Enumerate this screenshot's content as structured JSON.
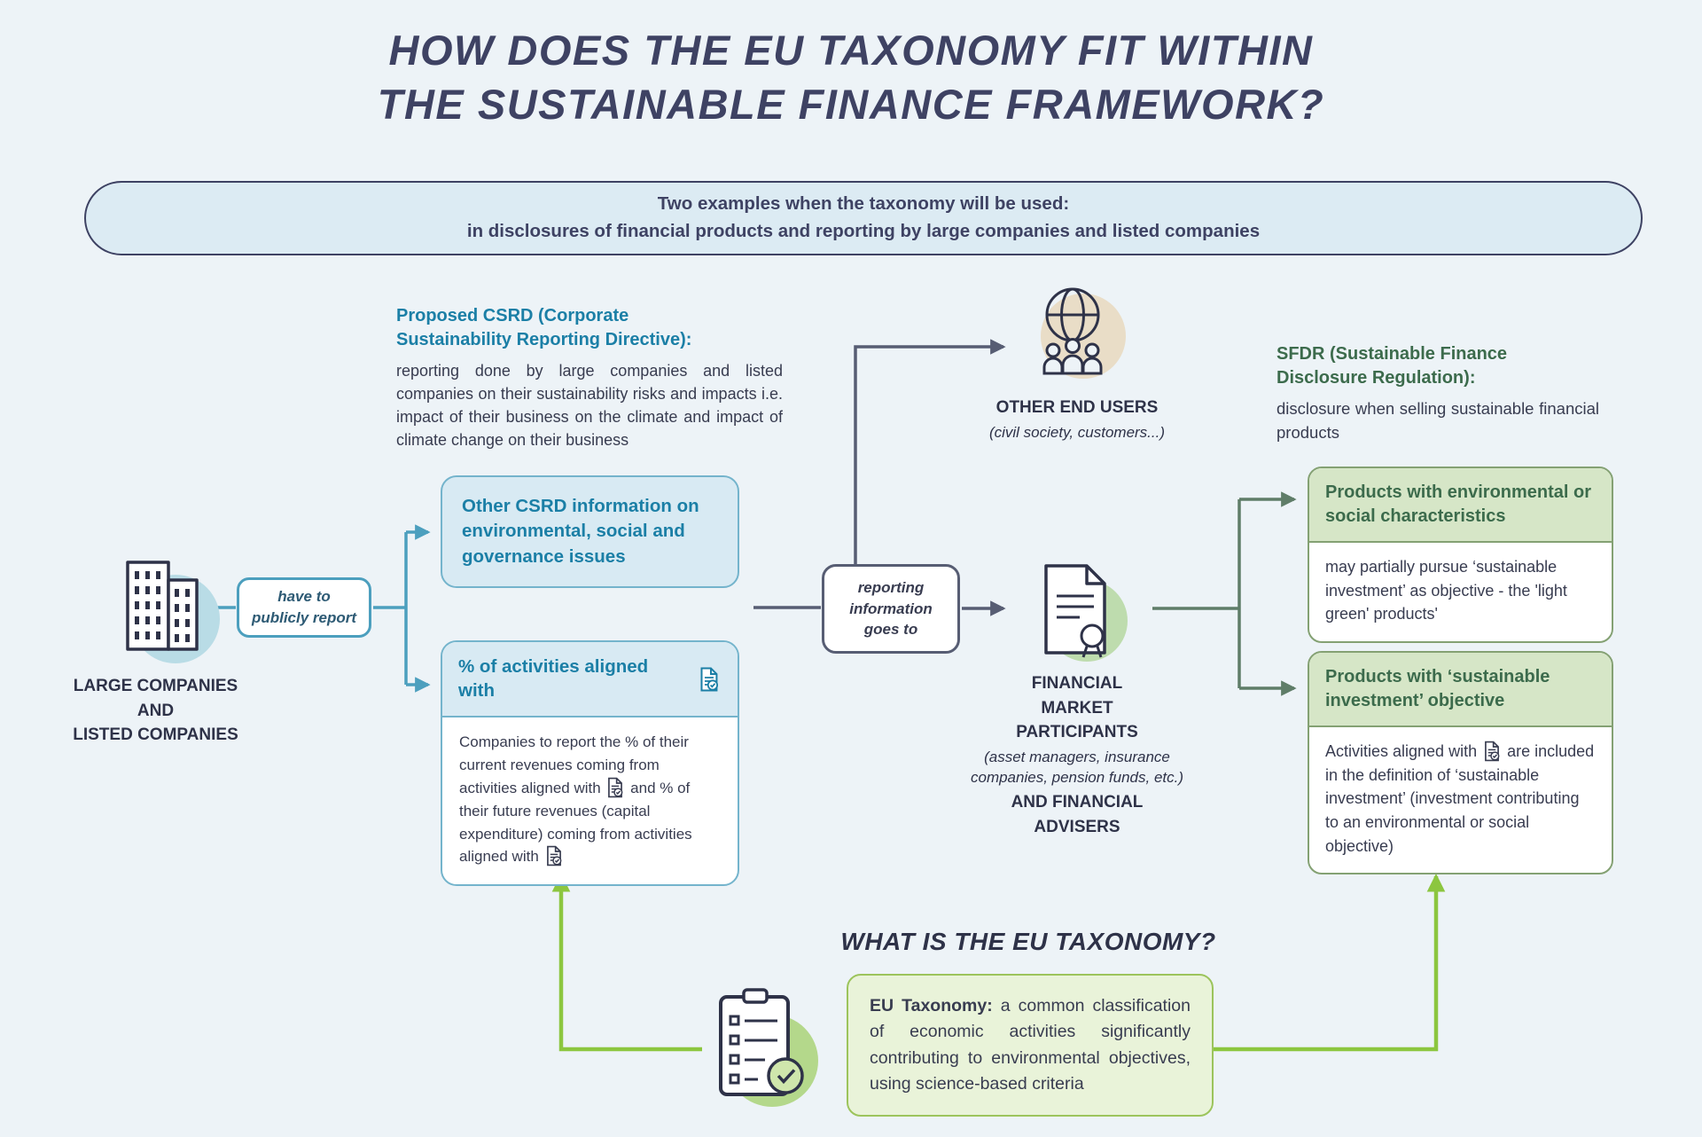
{
  "colors": {
    "background": "#edf3f7",
    "navy": "#3e4263",
    "teal_text": "#1b7fa6",
    "teal_line": "#4c9fbe",
    "light_blue_fill": "#d8eaf3",
    "dark_line": "#575d73",
    "green_text": "#3c6b4c",
    "green_header_fill": "#d6e6c7",
    "olive_line": "#5f7d68",
    "bright_green": "#8cc63f",
    "eu_box_fill": "#e9f3d9"
  },
  "title": {
    "line1": "HOW DOES THE EU TAXONOMY FIT WITHIN",
    "line2": "THE SUSTAINABLE FINANCE FRAMEWORK?"
  },
  "banner": {
    "line1": "Two examples when the taxonomy will be used:",
    "line2": "in disclosures of financial products and reporting by large companies and listed companies"
  },
  "companies": {
    "label": "LARGE COMPANIES\nAND\nLISTED COMPANIES",
    "connector": "have to\npublicly report"
  },
  "csrd": {
    "heading": "Proposed CSRD (Corporate\nSustainability Reporting Directive):",
    "body": "reporting done by large companies and listed companies on their sustainability risks and impacts i.e. impact of their business on the climate and impact of climate change on their business",
    "box_other": "Other CSRD information on environmental, social and governance issues",
    "pct_header": "% of activities aligned with",
    "pct_body_1": "Companies to report the % of their current revenues coming from activities aligned with",
    "pct_body_2": "and % of their future revenues (capital expenditure) coming from activities aligned with"
  },
  "reporting_node": {
    "label": "reporting\ninformation\ngoes to"
  },
  "end_users": {
    "title": "OTHER END USERS",
    "subtitle": "(civil society, customers...)"
  },
  "fmp": {
    "title": "FINANCIAL\nMARKET\nPARTICIPANTS",
    "subtitle": "(asset managers, insurance\ncompanies, pension funds, etc.)",
    "title2": "AND FINANCIAL\nADVISERS"
  },
  "sfdr": {
    "heading": "SFDR (Sustainable Finance\nDisclosure Regulation):",
    "body": "disclosure when selling sustainable financial products",
    "box1_header": "Products with environmental or social characteristics",
    "box1_body": "may partially pursue ‘sustainable investment’ as objective - the 'light green' products'",
    "box2_header": "Products with ‘sustainable investment’ objective",
    "box2_body_1": "Activities aligned with",
    "box2_body_2": "are included in the definition of ‘sustainable investment’ (investment contributing to an environmental or social objective)"
  },
  "taxonomy": {
    "heading": "WHAT IS THE EU TAXONOMY?",
    "box_bold": "EU Taxonomy:",
    "box_rest": "a common classification of economic activities significantly contributing to environmental objectives, using science-based criteria"
  }
}
